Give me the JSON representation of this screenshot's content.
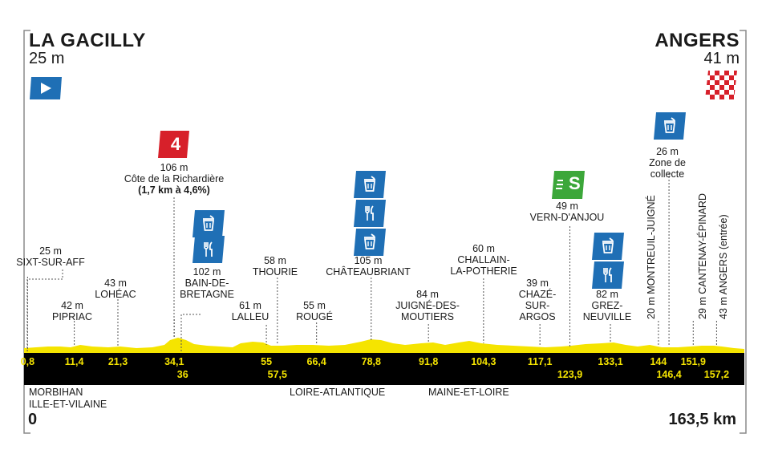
{
  "start": {
    "city": "LA GACILLY",
    "altitude": "25 m"
  },
  "finish": {
    "city": "ANGERS",
    "altitude": "41 m"
  },
  "start_km": "0",
  "total_km": "163,5 km",
  "regions": {
    "r1_line1": "MORBIHAN",
    "r1_line2": "ILLE-ET-VILAINE",
    "r2": "LOIRE-ATLANTIQUE",
    "r3": "MAINE-ET-LOIRE"
  },
  "climb": {
    "category": "4",
    "alt": "106 m",
    "name": "Côte de la Richardière",
    "detail": "(1,7 km à 4,6%)"
  },
  "sprint": {
    "letter": "S",
    "alt": "49 m",
    "name": "VERN-D'ANJOU"
  },
  "collect_zone": {
    "alt": "26 m",
    "line1": "Zone de",
    "line2": "collecte"
  },
  "places": [
    {
      "alt": "25 m",
      "name": "SIXT-SUR-AFF"
    },
    {
      "alt": "42 m",
      "name": "PIPRIAC"
    },
    {
      "alt": "43 m",
      "name": "LOHÉAC"
    },
    {
      "alt": "102 m",
      "name1": "BAIN-DE-",
      "name2": "BRETAGNE"
    },
    {
      "alt": "61 m",
      "name": "LALLEU"
    },
    {
      "alt": "58 m",
      "name": "THOURIE"
    },
    {
      "alt": "55 m",
      "name": "ROUGÉ"
    },
    {
      "alt": "105 m",
      "name": "CHÂTEAUBRIANT"
    },
    {
      "alt": "84 m",
      "name1": "JUIGNÉ-DES-",
      "name2": "MOUTIERS"
    },
    {
      "alt": "60 m",
      "name1": "CHALLAIN-",
      "name2": "LA-POTHERIE"
    },
    {
      "alt": "39 m",
      "name1": "CHAZÉ-",
      "name2": "SUR-",
      "name3": "ARGOS"
    },
    {
      "alt": "82 m",
      "name1": "GREZ-",
      "name2": "NEUVILLE"
    }
  ],
  "vertical_places": [
    "20 m MONTREUIL-JUIGNÉ",
    "29 m CANTENAY-ÉPINARD",
    "43 m ANGERS (entrée)"
  ],
  "km_markers": [
    {
      "km": 0.8,
      "label": "0,8",
      "row": 1
    },
    {
      "km": 11.4,
      "label": "11,4",
      "row": 1
    },
    {
      "km": 21.3,
      "label": "21,3",
      "row": 1
    },
    {
      "km": 34.1,
      "label": "34,1",
      "row": 1
    },
    {
      "km": 36,
      "label": "36",
      "row": 2
    },
    {
      "km": 55,
      "label": "55",
      "row": 1
    },
    {
      "km": 57.5,
      "label": "57,5",
      "row": 2
    },
    {
      "km": 66.4,
      "label": "66,4",
      "row": 1
    },
    {
      "km": 78.8,
      "label": "78,8",
      "row": 1
    },
    {
      "km": 91.8,
      "label": "91,8",
      "row": 1
    },
    {
      "km": 104.3,
      "label": "104,3",
      "row": 1
    },
    {
      "km": 117.1,
      "label": "117,1",
      "row": 1
    },
    {
      "km": 123.9,
      "label": "123,9",
      "row": 2
    },
    {
      "km": 133.1,
      "label": "133,1",
      "row": 1
    },
    {
      "km": 144,
      "label": "144",
      "row": 1
    },
    {
      "km": 146.4,
      "label": "146,4",
      "row": 2
    },
    {
      "km": 151.9,
      "label": "151,9",
      "row": 1
    },
    {
      "km": 157.2,
      "label": "157,2",
      "row": 2
    }
  ],
  "colors": {
    "profile": "#f5e400",
    "band": "#000000",
    "km_text": "#f5e400",
    "climb_badge": "#d7202a",
    "sprint_badge": "#3ca73a",
    "feed_icon": "#1f6fb5"
  },
  "icons": {
    "start": "start-flag-icon",
    "finish": "checkered-finish-flag-icon",
    "climb": "category-4-climb-icon",
    "sprint": "intermediate-sprint-icon",
    "waste": "waste-bin-icon",
    "feed": "cutlery-feed-icon"
  }
}
